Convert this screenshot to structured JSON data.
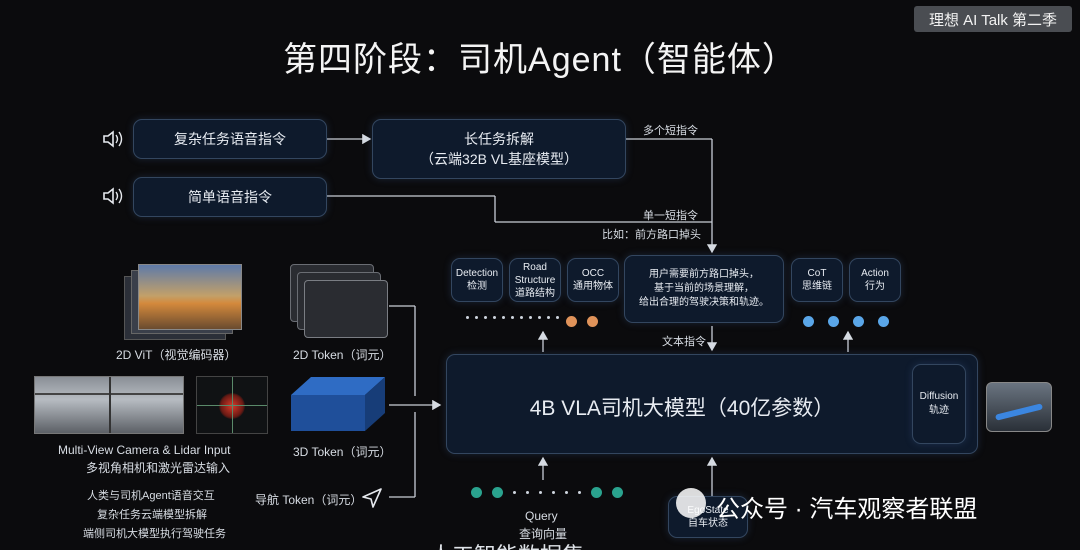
{
  "badge": "理想 AI Talk 第二季",
  "title": "第四阶段：司机Agent（智能体）",
  "voice_inputs": [
    {
      "label": "复杂任务语音指令"
    },
    {
      "label": "简单语音指令"
    }
  ],
  "long_task": {
    "line1": "长任务拆解",
    "line2": "（云端32B VL基座模型）"
  },
  "arrow_labels": {
    "multi": "多个短指令",
    "single": "单一短指令",
    "example": "比如：前方路口掉头",
    "text_cmd": "文本指令"
  },
  "output_heads": [
    {
      "line1": "Detection",
      "line2": "检测"
    },
    {
      "line1": "Road Structure",
      "line2": "道路结构"
    },
    {
      "line1": "OCC",
      "line2": "通用物体"
    }
  ],
  "cot_example": [
    "用户需要前方路口掉头，",
    "基于当前的场景理解，",
    "给出合理的驾驶决策和轨迹。"
  ],
  "cot_heads": [
    {
      "line1": "CoT",
      "line2": "思维链"
    },
    {
      "line1": "Action",
      "line2": "行为"
    }
  ],
  "inputs": {
    "vit": "2D ViT（视觉编码器）",
    "token2d": "2D Token（词元）",
    "camera_en": "Multi-View Camera & Lidar Input",
    "camera_cn": "多视角相机和激光雷达输入",
    "token3d": "3D Token（词元）",
    "nav_token": "导航 Token（词元）",
    "nav_desc": [
      "人类与司机Agent语音交互",
      "复杂任务云端模型拆解",
      "端侧司机大模型执行驾驶任务"
    ]
  },
  "vla": {
    "label": "4B VLA司机大模型（40亿参数）",
    "diffusion_line1": "Diffusion",
    "diffusion_line2": "轨迹"
  },
  "query": {
    "line1": "Query",
    "line2": "查询向量"
  },
  "ego": {
    "line1": "EgoState",
    "line2": "自车状态"
  },
  "watermark": "公众号 · 汽车观察者联盟",
  "bottom_cut": "人工智能数据集"
}
